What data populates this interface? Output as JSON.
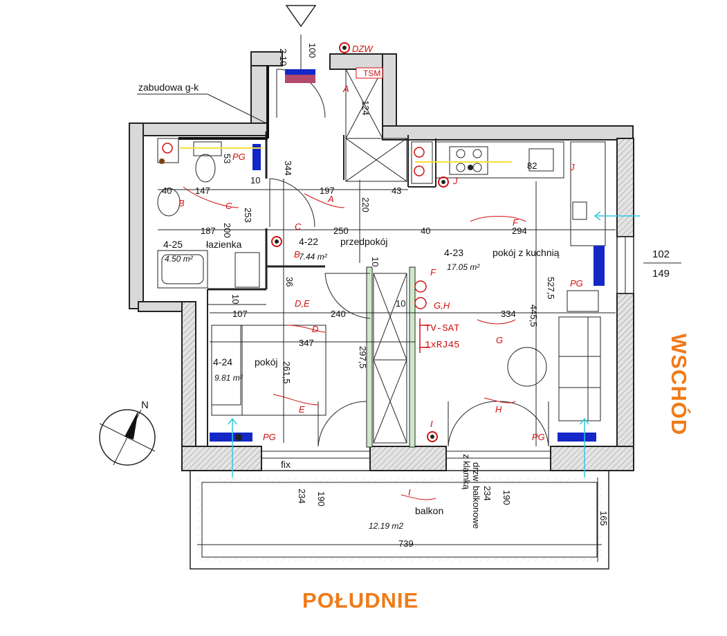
{
  "compass": {
    "north_label": "N"
  },
  "directions": {
    "east": "WSCHÓD",
    "south": "POŁUDNIE"
  },
  "annotations": {
    "zabudowa": "zabudowa g-k",
    "fix": "fix",
    "tsm": "TSM",
    "dzw": "DZW",
    "tv_sat": "TV-SAT",
    "rj45": "1xRJ45",
    "drzwi": "drzwi balkonowe",
    "klamka": "z klamką",
    "window_num": "102",
    "window_den": "149"
  },
  "rooms": [
    {
      "id": "4-25",
      "name": "łazienka",
      "area": "4.50 m²"
    },
    {
      "id": "4-22",
      "name": "przedpokój",
      "area": "7.44 m²"
    },
    {
      "id": "4-23",
      "name": "pokój z kuchnią",
      "area": "17.05 m²"
    },
    {
      "id": "4-24",
      "name": "pokój",
      "area": "9.81 m²"
    },
    {
      "name": "balkon",
      "area": "12.19 m2"
    }
  ],
  "dims": {
    "d210": "2 10",
    "d100": "100",
    "d124": "124",
    "d53": "53",
    "d344": "344",
    "d10a": "10",
    "d40": "40",
    "d147": "147",
    "d197": "197",
    "d43": "43",
    "d82": "82",
    "d253": "253",
    "d220": "220",
    "d187": "187",
    "d200": "200",
    "d250": "250",
    "d40b": "40",
    "d294": "294",
    "d10b": "10",
    "d36": "36",
    "d10c": "10",
    "d5275": "527,5",
    "d10d": "10",
    "d107": "107",
    "d240": "240",
    "d334": "334",
    "d4455": "445,5",
    "d347": "347",
    "d2615": "261,5",
    "d2975": "297,5",
    "d234a": "234",
    "d190a": "190",
    "d234b": "234",
    "d190b": "190",
    "d165": "165",
    "d739": "739"
  },
  "points": {
    "A1": "A",
    "A2": "A",
    "B1": "B",
    "B2": "B",
    "C1": "C",
    "C2": "C",
    "DE": "D,E",
    "D": "D",
    "E": "E",
    "F1": "F",
    "F2": "F",
    "GH": "G,H",
    "G": "G",
    "H": "H",
    "I1": "I",
    "I2": "I",
    "J1": "J",
    "J2": "J",
    "PG1": "PG",
    "PG2": "PG",
    "PG3": "PG",
    "PG4": "PG"
  },
  "colors": {
    "accent": "#f07a18",
    "electric": "#d01010",
    "radiator": "#1428c8",
    "arrow": "#30c8e0"
  }
}
